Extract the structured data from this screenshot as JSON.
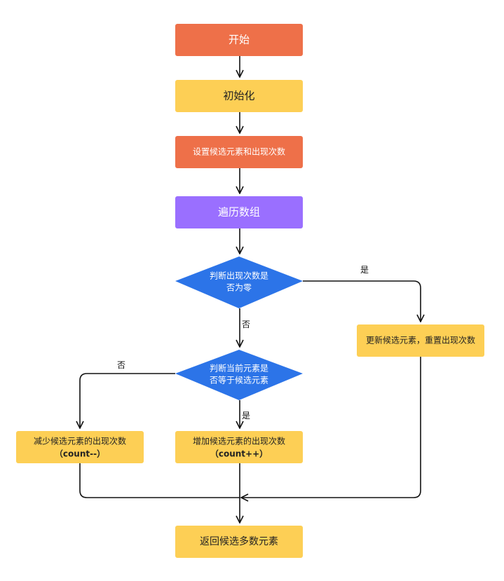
{
  "colors": {
    "start": "#EE7049",
    "init": "#FDCF55",
    "set": "#EE7049",
    "iterate": "#9A6FFF",
    "decision": "#2C74E8",
    "action": "#FDCF55",
    "return": "#FDCF55",
    "edge": "#111111"
  },
  "nodes": {
    "start": {
      "label": "开始"
    },
    "init": {
      "label": "初始化"
    },
    "set": {
      "label": "设置候选元素和出现次数"
    },
    "iterate": {
      "label": "遍历数组"
    },
    "check_zero": {
      "line1": "判断出现次数是",
      "line2": "否为零"
    },
    "check_equal": {
      "line1": "判断当前元素是",
      "line2": "否等于候选元素"
    },
    "update": {
      "label": "更新候选元素，重置出现次数"
    },
    "decrease": {
      "line1": "减少候选元素的出现次数",
      "line2": "（count--）"
    },
    "increase": {
      "line1": "增加候选元素的出现次数",
      "line2": "（count++）"
    },
    "return": {
      "label": "返回候选多数元素"
    }
  },
  "edge_labels": {
    "zero_yes": "是",
    "zero_no": "否",
    "equal_no": "否",
    "equal_yes": "是"
  }
}
